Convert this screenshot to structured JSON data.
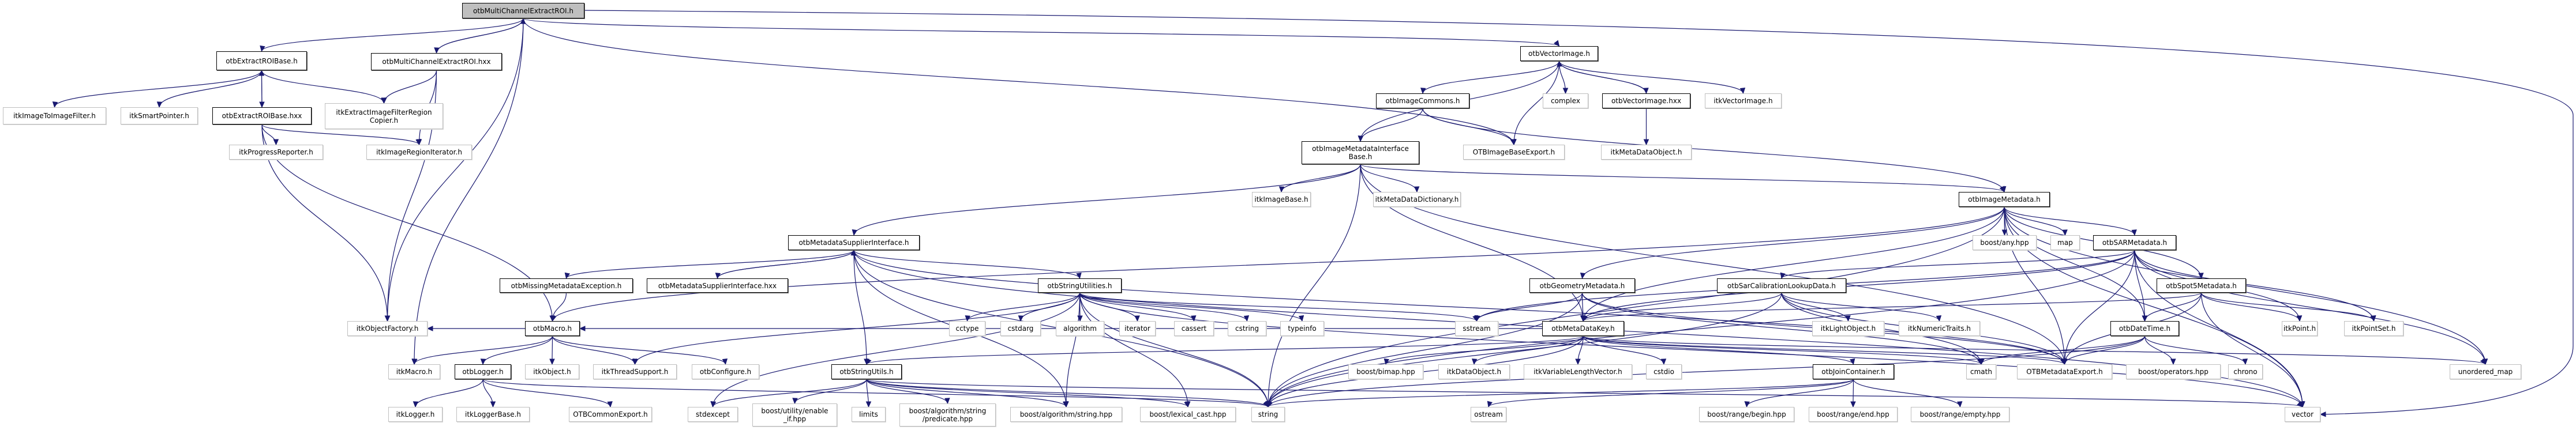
{
  "graph": {
    "title": "otbMultiChannelExtractROI.h",
    "edge_color": "#191970",
    "root_fill": "#bfbfbf",
    "nodes": [
      {
        "id": "root",
        "label": "otbMultiChannelExtractROI.h",
        "kind": "root"
      },
      {
        "id": "erb",
        "label": "otbExtractROIBase.h",
        "kind": "doc"
      },
      {
        "id": "mcehxx",
        "label": "otbMultiChannelExtractROI.hxx",
        "kind": "doc"
      },
      {
        "id": "vih",
        "label": "otbVectorImage.h",
        "kind": "doc"
      },
      {
        "id": "itoi",
        "label": "itkImageToImageFilter.h",
        "kind": "ext"
      },
      {
        "id": "sp",
        "label": "itkSmartPointer.h",
        "kind": "ext"
      },
      {
        "id": "erbhxx",
        "label": "otbExtractROIBase.hxx",
        "kind": "doc"
      },
      {
        "id": "eifrc",
        "label": "itkExtractImageFilterRegion\nCopier.h",
        "kind": "ext"
      },
      {
        "id": "ic",
        "label": "otbImageCommons.h",
        "kind": "doc"
      },
      {
        "id": "complex",
        "label": "complex",
        "kind": "ext"
      },
      {
        "id": "vihxx",
        "label": "otbVectorImage.hxx",
        "kind": "doc"
      },
      {
        "id": "itkvi",
        "label": "itkVectorImage.h",
        "kind": "ext"
      },
      {
        "id": "pr",
        "label": "itkProgressReporter.h",
        "kind": "ext"
      },
      {
        "id": "iri",
        "label": "itkImageRegionIterator.h",
        "kind": "ext"
      },
      {
        "id": "imib",
        "label": "otbImageMetadataInterface\nBase.h",
        "kind": "doc"
      },
      {
        "id": "ibe",
        "label": "OTBImageBaseExport.h",
        "kind": "ext"
      },
      {
        "id": "mdo",
        "label": "itkMetaDataObject.h",
        "kind": "ext"
      },
      {
        "id": "ib",
        "label": "itkImageBase.h",
        "kind": "ext"
      },
      {
        "id": "mdd",
        "label": "itkMetaDataDictionary.h",
        "kind": "ext"
      },
      {
        "id": "im",
        "label": "otbImageMetadata.h",
        "kind": "doc"
      },
      {
        "id": "msi",
        "label": "otbMetadataSupplierInterface.h",
        "kind": "doc"
      },
      {
        "id": "bany",
        "label": "boost/any.hpp",
        "kind": "ext"
      },
      {
        "id": "map",
        "label": "map",
        "kind": "ext"
      },
      {
        "id": "sar",
        "label": "otbSARMetadata.h",
        "kind": "doc"
      },
      {
        "id": "mme",
        "label": "otbMissingMetadataException.h",
        "kind": "doc"
      },
      {
        "id": "msihxx",
        "label": "otbMetadataSupplierInterface.hxx",
        "kind": "doc"
      },
      {
        "id": "su",
        "label": "otbStringUtilities.h",
        "kind": "doc"
      },
      {
        "id": "gm",
        "label": "otbGeometryMetadata.h",
        "kind": "doc"
      },
      {
        "id": "scld",
        "label": "otbSarCalibrationLookupData.h",
        "kind": "doc"
      },
      {
        "id": "spot5",
        "label": "otbSpot5Metadata.h",
        "kind": "doc"
      },
      {
        "id": "of",
        "label": "itkObjectFactory.h",
        "kind": "ext"
      },
      {
        "id": "macro",
        "label": "otbMacro.h",
        "kind": "doc"
      },
      {
        "id": "cctype",
        "label": "cctype",
        "kind": "ext"
      },
      {
        "id": "cstdarg",
        "label": "cstdarg",
        "kind": "ext"
      },
      {
        "id": "algorithm",
        "label": "algorithm",
        "kind": "ext"
      },
      {
        "id": "iterator",
        "label": "iterator",
        "kind": "ext"
      },
      {
        "id": "cassert",
        "label": "cassert",
        "kind": "ext"
      },
      {
        "id": "cstring",
        "label": "cstring",
        "kind": "ext"
      },
      {
        "id": "typeinfo",
        "label": "typeinfo",
        "kind": "ext"
      },
      {
        "id": "sstream",
        "label": "sstream",
        "kind": "ext"
      },
      {
        "id": "mdk",
        "label": "otbMetaDataKey.h",
        "kind": "doc"
      },
      {
        "id": "lo",
        "label": "itkLightObject.h",
        "kind": "ext"
      },
      {
        "id": "nt",
        "label": "itkNumericTraits.h",
        "kind": "ext"
      },
      {
        "id": "dt",
        "label": "otbDateTime.h",
        "kind": "doc"
      },
      {
        "id": "pt",
        "label": "itkPoint.h",
        "kind": "ext"
      },
      {
        "id": "ps",
        "label": "itkPointSet.h",
        "kind": "ext"
      },
      {
        "id": "itkmacro",
        "label": "itkMacro.h",
        "kind": "ext"
      },
      {
        "id": "logger",
        "label": "otbLogger.h",
        "kind": "doc"
      },
      {
        "id": "obj",
        "label": "itkObject.h",
        "kind": "ext"
      },
      {
        "id": "ts",
        "label": "itkThreadSupport.h",
        "kind": "ext"
      },
      {
        "id": "conf",
        "label": "otbConfigure.h",
        "kind": "ext"
      },
      {
        "id": "sutils",
        "label": "otbStringUtils.h",
        "kind": "doc"
      },
      {
        "id": "bimap",
        "label": "boost/bimap.hpp",
        "kind": "ext"
      },
      {
        "id": "do",
        "label": "itkDataObject.h",
        "kind": "ext"
      },
      {
        "id": "vlv",
        "label": "itkVariableLengthVector.h",
        "kind": "ext"
      },
      {
        "id": "cstdio",
        "label": "cstdio",
        "kind": "ext"
      },
      {
        "id": "jc",
        "label": "otbJoinContainer.h",
        "kind": "doc"
      },
      {
        "id": "cmath",
        "label": "cmath",
        "kind": "ext"
      },
      {
        "id": "mde",
        "label": "OTBMetadataExport.h",
        "kind": "ext"
      },
      {
        "id": "bops",
        "label": "boost/operators.hpp",
        "kind": "ext"
      },
      {
        "id": "chrono",
        "label": "chrono",
        "kind": "ext"
      },
      {
        "id": "umap",
        "label": "unordered_map",
        "kind": "ext"
      },
      {
        "id": "itklogger",
        "label": "itkLogger.h",
        "kind": "ext"
      },
      {
        "id": "loggerbase",
        "label": "itkLoggerBase.h",
        "kind": "ext"
      },
      {
        "id": "ce",
        "label": "OTBCommonExport.h",
        "kind": "ext"
      },
      {
        "id": "stdexcept",
        "label": "stdexcept",
        "kind": "ext"
      },
      {
        "id": "enableif",
        "label": "boost/utility/enable\n_if.hpp",
        "kind": "ext"
      },
      {
        "id": "limits",
        "label": "limits",
        "kind": "ext"
      },
      {
        "id": "pred",
        "label": "boost/algorithm/string\n/predicate.hpp",
        "kind": "ext"
      },
      {
        "id": "bstr",
        "label": "boost/algorithm/string.hpp",
        "kind": "ext"
      },
      {
        "id": "lexcast",
        "label": "boost/lexical_cast.hpp",
        "kind": "ext"
      },
      {
        "id": "string",
        "label": "string",
        "kind": "ext"
      },
      {
        "id": "ostream",
        "label": "ostream",
        "kind": "ext"
      },
      {
        "id": "rbegin",
        "label": "boost/range/begin.hpp",
        "kind": "ext"
      },
      {
        "id": "rend",
        "label": "boost/range/end.hpp",
        "kind": "ext"
      },
      {
        "id": "rempty",
        "label": "boost/range/empty.hpp",
        "kind": "ext"
      },
      {
        "id": "vector",
        "label": "vector",
        "kind": "ext"
      }
    ],
    "edges": [
      [
        "root",
        "erb"
      ],
      [
        "root",
        "mcehxx"
      ],
      [
        "root",
        "vih"
      ],
      [
        "root",
        "of"
      ],
      [
        "root",
        "itkmacro"
      ],
      [
        "root",
        "ibe"
      ],
      [
        "root",
        "vector"
      ],
      [
        "mcehxx",
        "root"
      ],
      [
        "mcehxx",
        "eifrc"
      ],
      [
        "mcehxx",
        "iri"
      ],
      [
        "mcehxx",
        "of"
      ],
      [
        "erb",
        "itoi"
      ],
      [
        "erb",
        "sp"
      ],
      [
        "erb",
        "erbhxx"
      ],
      [
        "erb",
        "eifrc"
      ],
      [
        "erbhxx",
        "erb"
      ],
      [
        "erbhxx",
        "pr"
      ],
      [
        "erbhxx",
        "iri"
      ],
      [
        "erbhxx",
        "of"
      ],
      [
        "erbhxx",
        "macro"
      ],
      [
        "vih",
        "ic"
      ],
      [
        "vih",
        "complex"
      ],
      [
        "vih",
        "vihxx"
      ],
      [
        "vih",
        "itkvi"
      ],
      [
        "vih",
        "ibe"
      ],
      [
        "vih",
        "imib"
      ],
      [
        "vihxx",
        "vih"
      ],
      [
        "vihxx",
        "mdo"
      ],
      [
        "ic",
        "imib"
      ],
      [
        "ic",
        "ibe"
      ],
      [
        "ic",
        "im"
      ],
      [
        "imib",
        "ib"
      ],
      [
        "imib",
        "mdd"
      ],
      [
        "imib",
        "im"
      ],
      [
        "imib",
        "msi"
      ],
      [
        "imib",
        "mdk"
      ],
      [
        "imib",
        "string"
      ],
      [
        "imib",
        "mde"
      ],
      [
        "im",
        "bany"
      ],
      [
        "im",
        "map"
      ],
      [
        "im",
        "sar"
      ],
      [
        "im",
        "spot5"
      ],
      [
        "im",
        "gm"
      ],
      [
        "im",
        "mdk"
      ],
      [
        "im",
        "macro"
      ],
      [
        "im",
        "vector"
      ],
      [
        "im",
        "umap"
      ],
      [
        "im",
        "mde"
      ],
      [
        "im",
        "string"
      ],
      [
        "im",
        "dt"
      ],
      [
        "msi",
        "mme"
      ],
      [
        "msi",
        "msihxx"
      ],
      [
        "msi",
        "su"
      ],
      [
        "msi",
        "sutils"
      ],
      [
        "msi",
        "string"
      ],
      [
        "msi",
        "bstr"
      ],
      [
        "msi",
        "mde"
      ],
      [
        "msi",
        "vector"
      ],
      [
        "msihxx",
        "msi"
      ],
      [
        "mme",
        "macro"
      ],
      [
        "su",
        "cctype"
      ],
      [
        "su",
        "cstdarg"
      ],
      [
        "su",
        "algorithm"
      ],
      [
        "su",
        "iterator"
      ],
      [
        "su",
        "cassert"
      ],
      [
        "su",
        "cstring"
      ],
      [
        "su",
        "typeinfo"
      ],
      [
        "su",
        "sstream"
      ],
      [
        "su",
        "stdexcept"
      ],
      [
        "su",
        "string"
      ],
      [
        "su",
        "bstr"
      ],
      [
        "su",
        "lexcast"
      ],
      [
        "su",
        "ts"
      ],
      [
        "su",
        "vector"
      ],
      [
        "sar",
        "mdk"
      ],
      [
        "sar",
        "dt"
      ],
      [
        "sar",
        "mde"
      ],
      [
        "sar",
        "pt"
      ],
      [
        "sar",
        "ps"
      ],
      [
        "sar",
        "umap"
      ],
      [
        "sar",
        "vector"
      ],
      [
        "sar",
        "scld"
      ],
      [
        "sar",
        "sstream"
      ],
      [
        "sar",
        "string"
      ],
      [
        "spot5",
        "dt"
      ],
      [
        "spot5",
        "mde"
      ],
      [
        "spot5",
        "pt"
      ],
      [
        "spot5",
        "ps"
      ],
      [
        "spot5",
        "vector"
      ],
      [
        "spot5",
        "mdk"
      ],
      [
        "gm",
        "mdk"
      ],
      [
        "gm",
        "sstream"
      ],
      [
        "gm",
        "string"
      ],
      [
        "gm",
        "mde"
      ],
      [
        "gm",
        "cmath"
      ],
      [
        "scld",
        "mdk"
      ],
      [
        "scld",
        "lo"
      ],
      [
        "scld",
        "nt"
      ],
      [
        "scld",
        "mde"
      ],
      [
        "scld",
        "string"
      ],
      [
        "scld",
        "cmath"
      ],
      [
        "mdk",
        "bimap"
      ],
      [
        "mdk",
        "do"
      ],
      [
        "mdk",
        "vlv"
      ],
      [
        "mdk",
        "cstdio"
      ],
      [
        "mdk",
        "jc"
      ],
      [
        "mdk",
        "string"
      ],
      [
        "mdk",
        "mde"
      ],
      [
        "mdk",
        "macro"
      ],
      [
        "mdk",
        "sutils"
      ],
      [
        "mdk",
        "cmath"
      ],
      [
        "mdk",
        "umap"
      ],
      [
        "dt",
        "mde"
      ],
      [
        "dt",
        "bops"
      ],
      [
        "dt",
        "chrono"
      ],
      [
        "dt",
        "cmath"
      ],
      [
        "dt",
        "string"
      ],
      [
        "macro",
        "itkmacro"
      ],
      [
        "macro",
        "logger"
      ],
      [
        "macro",
        "obj"
      ],
      [
        "macro",
        "ts"
      ],
      [
        "macro",
        "conf"
      ],
      [
        "macro",
        "of"
      ],
      [
        "logger",
        "itklogger"
      ],
      [
        "logger",
        "loggerbase"
      ],
      [
        "logger",
        "ce"
      ],
      [
        "logger",
        "string"
      ],
      [
        "sutils",
        "stdexcept"
      ],
      [
        "sutils",
        "enableif"
      ],
      [
        "sutils",
        "limits"
      ],
      [
        "sutils",
        "pred"
      ],
      [
        "sutils",
        "bstr"
      ],
      [
        "sutils",
        "lexcast"
      ],
      [
        "sutils",
        "string"
      ],
      [
        "sutils",
        "vector"
      ],
      [
        "jc",
        "rbegin"
      ],
      [
        "jc",
        "rend"
      ],
      [
        "jc",
        "rempty"
      ],
      [
        "jc",
        "ostream"
      ],
      [
        "jc",
        "string"
      ]
    ]
  }
}
